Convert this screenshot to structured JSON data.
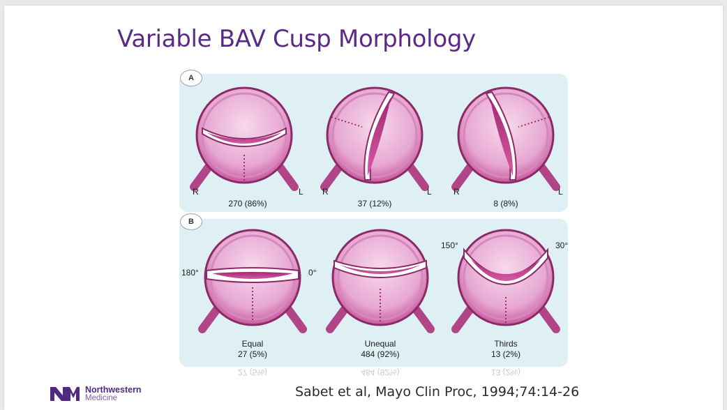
{
  "title": "Variable BAV Cusp Morphology",
  "panel_a": {
    "tag": "A",
    "valves": [
      {
        "left_label": "R",
        "right_label": "L",
        "count": "270 (86%)"
      },
      {
        "left_label": "R",
        "right_label": "L",
        "count": "37 (12%)"
      },
      {
        "left_label": "R",
        "right_label": "L",
        "count": "8 (8%)"
      }
    ]
  },
  "panel_b": {
    "tag": "B",
    "valves": [
      {
        "name": "Equal",
        "count": "27 (5%)",
        "angle_left": "180°",
        "angle_right": "0°"
      },
      {
        "name": "Unequal",
        "count": "484 (92%)"
      },
      {
        "name": "Thirds",
        "count": "13 (2%)",
        "angle_left": "150°",
        "angle_right": "30°"
      }
    ]
  },
  "logo": {
    "line1": "Northwestern",
    "line2": "Medicine"
  },
  "citation": "Sabet et al, Mayo Clin Proc, 1994;74:14-26",
  "colors": {
    "title": "#5b2a86",
    "valve_fill": "#e7a8d2",
    "valve_dark": "#a32873",
    "panel_bg": "#dff0f4"
  }
}
